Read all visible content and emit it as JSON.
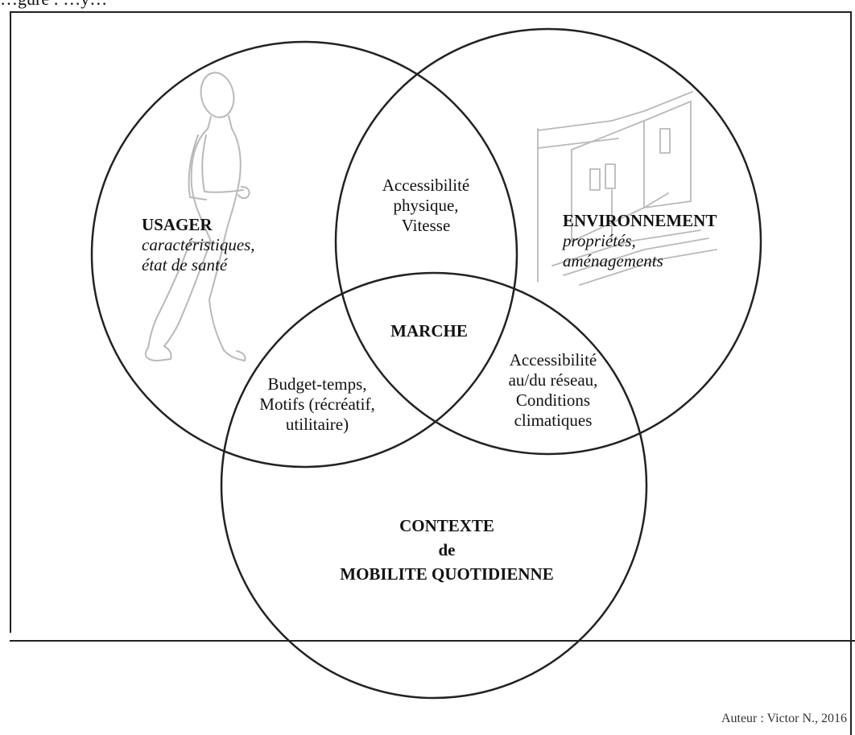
{
  "top_caption": "…gure : …y…",
  "usager": {
    "title": "USAGER",
    "line1": "caractéristiques,",
    "line2": "état de santé"
  },
  "environnement": {
    "title": "ENVIRONNEMENT",
    "line1": "propriétés,",
    "line2": "aménagements"
  },
  "contexte": {
    "line1": "CONTEXTE",
    "line2": "de",
    "line3": "MOBILITE QUOTIDIENNE"
  },
  "center": {
    "label": "MARCHE"
  },
  "overlap_usager_environnement": {
    "line1": "Accessibilité",
    "line2": "physique,",
    "line3": "Vitesse"
  },
  "overlap_usager_contexte": {
    "line1": "Budget-temps,",
    "line2": "Motifs (récréatif,",
    "line3": "utilitaire)"
  },
  "overlap_environnement_contexte": {
    "line1": "Accessibilité",
    "line2": "au/du réseau,",
    "line3": "Conditions",
    "line4": "climatiques"
  },
  "credit": "Auteur : Victor N., 2016",
  "colors": {
    "line": "#222222",
    "sketch": "#b9b9b9",
    "text": "#111111"
  }
}
